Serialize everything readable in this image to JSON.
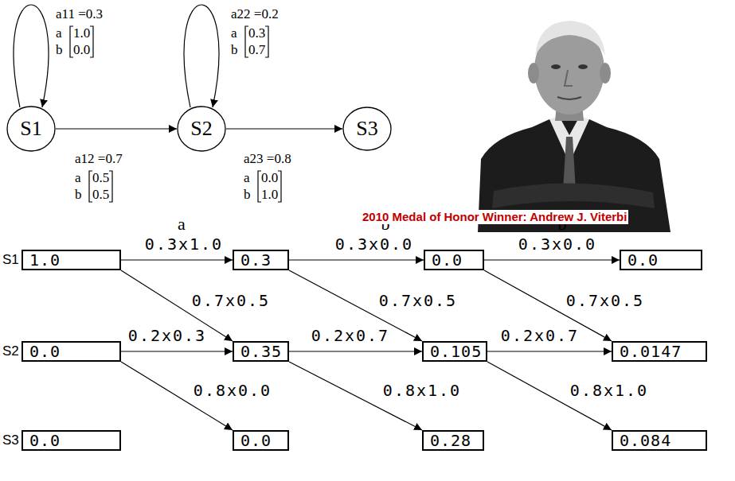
{
  "diagram": {
    "caption": "2010 Medal of Honor Winner: Andrew J. Viterbi",
    "nodes": [
      {
        "text": [
          "S1"
        ]
      },
      {
        "text": [
          "S2"
        ]
      },
      {
        "text": [
          "S3"
        ]
      },
      {
        "text": [
          "1.0"
        ]
      },
      {
        "text": [
          "0.3"
        ]
      },
      {
        "text": [
          "0.0"
        ]
      },
      {
        "text": [
          "0.0"
        ]
      },
      {
        "text": [
          "0.0"
        ]
      },
      {
        "text": [
          "0.35"
        ]
      },
      {
        "text": [
          "0.105"
        ]
      },
      {
        "text": [
          "0.0147"
        ]
      },
      {
        "text": [
          "0.0"
        ]
      },
      {
        "text": [
          "0.0"
        ]
      },
      {
        "text": [
          "0.28"
        ]
      },
      {
        "text": [
          "0.084"
        ]
      }
    ],
    "edges": [
      {
        "from": 0,
        "to": 0,
        "arrow": "to",
        "label": "a11 =0.3"
      },
      {
        "from": 0,
        "to": 1,
        "arrow": "to",
        "label": "a12 =0.7"
      },
      {
        "from": 1,
        "to": 1,
        "arrow": "to",
        "label": "a22 =0.2"
      },
      {
        "from": 1,
        "to": 2,
        "arrow": "to",
        "label": "a23 =0.8"
      },
      {
        "from": 3,
        "to": 4,
        "arrow": "to",
        "label": "0.3x1.0"
      },
      {
        "from": 4,
        "to": 5,
        "arrow": "to",
        "label": "0.3x0.0"
      },
      {
        "from": 5,
        "to": 6,
        "arrow": "to",
        "label": "0.3x0.0"
      },
      {
        "from": 3,
        "to": 8,
        "arrow": "to",
        "label": "0.7x0.5"
      },
      {
        "from": 4,
        "to": 9,
        "arrow": "to",
        "label": "0.7x0.5"
      },
      {
        "from": 5,
        "to": 10,
        "arrow": "to",
        "label": "0.7x0.5"
      },
      {
        "from": 7,
        "to": 8,
        "arrow": "to",
        "label": "0.2x0.3"
      },
      {
        "from": 8,
        "to": 9,
        "arrow": "to",
        "label": "0.2x0.7"
      },
      {
        "from": 9,
        "to": 10,
        "arrow": "to",
        "label": "0.2x0.7"
      },
      {
        "from": 7,
        "to": 12,
        "arrow": "to",
        "label": "0.8x0.0"
      },
      {
        "from": 8,
        "to": 13,
        "arrow": "to",
        "label": "0.8x1.0"
      },
      {
        "from": 9,
        "to": 14,
        "arrow": "to",
        "label": "0.8x1.0"
      }
    ],
    "labels": [
      "a",
      "b",
      "1.0",
      "0.0",
      "a",
      "b",
      "0.3",
      "0.7",
      "a",
      "b",
      "0.5",
      "0.5",
      "a",
      "b",
      "0.0",
      "1.0",
      "a",
      "b",
      "b",
      "S1",
      "S2",
      "S3"
    ]
  }
}
